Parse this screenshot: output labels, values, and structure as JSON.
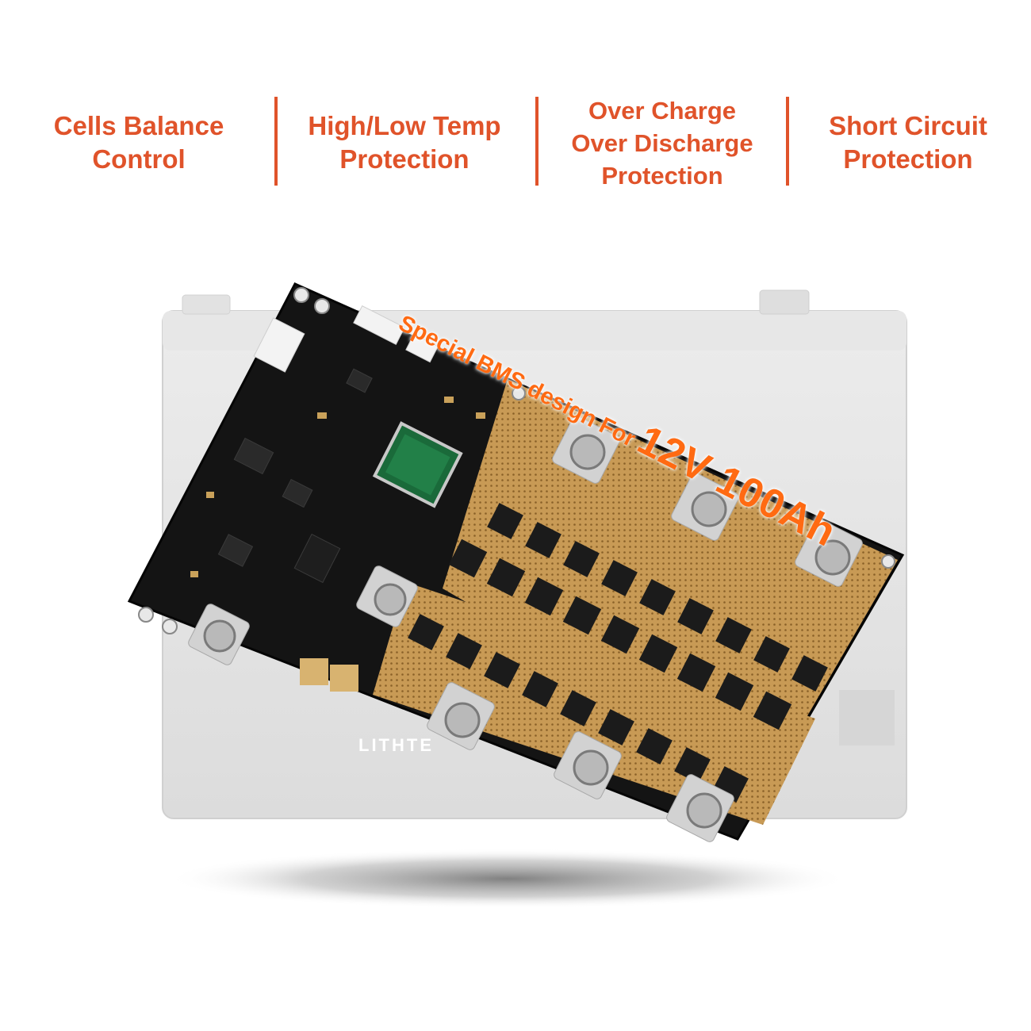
{
  "features": [
    {
      "lines": [
        "Cells Balance",
        "Control"
      ]
    },
    {
      "lines": [
        "High/Low Temp",
        "Protection"
      ]
    },
    {
      "lines": [
        "Over Charge",
        "Over Discharge",
        "Protection"
      ]
    },
    {
      "lines": [
        "Short Circuit",
        "Protection"
      ]
    }
  ],
  "badge": {
    "prefix": "Special BMS design For",
    "highlight": "12V 100Ah"
  },
  "battery_label": "LITHTE",
  "colors": {
    "accent": "#e0532a",
    "badge_text": "#ff6a12",
    "pcb_black": "#141414",
    "pcb_copper": "#c89a55",
    "battery_gray": "#e4e4e4"
  }
}
